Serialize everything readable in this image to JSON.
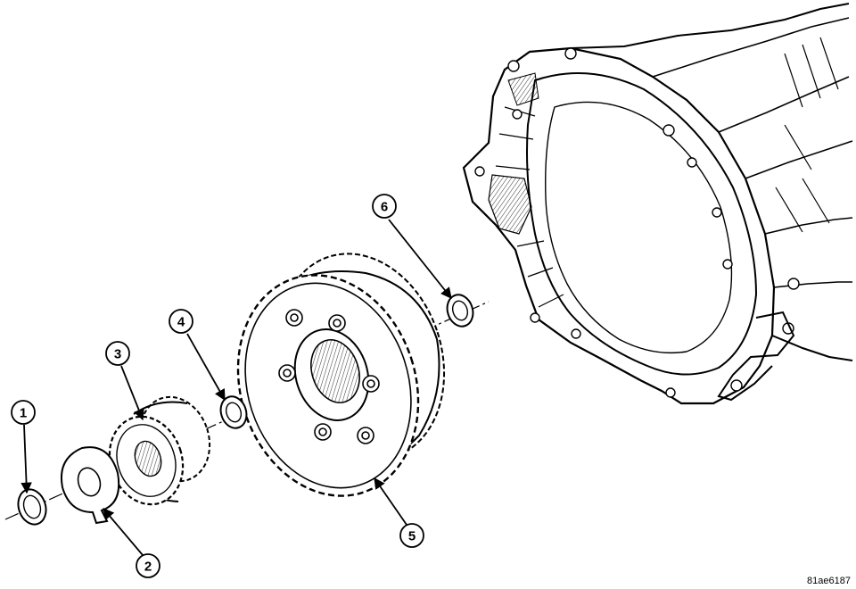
{
  "callouts": [
    {
      "id": "1",
      "label": "1"
    },
    {
      "id": "2",
      "label": "2"
    },
    {
      "id": "3",
      "label": "3"
    },
    {
      "id": "4",
      "label": "4"
    },
    {
      "id": "5",
      "label": "5"
    },
    {
      "id": "6",
      "label": "6"
    }
  ],
  "figure_id": "81ae6187",
  "colors": {
    "ink": "#000000",
    "paper": "#ffffff",
    "shade": "#d9d9d9"
  }
}
